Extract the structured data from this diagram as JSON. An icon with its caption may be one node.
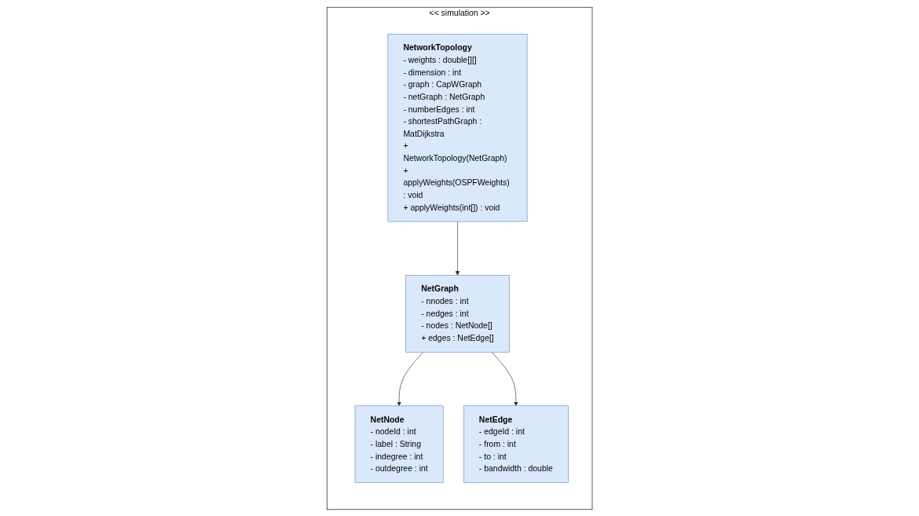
{
  "diagram": {
    "nodes": [
      {
        "text": [
          "<< simulation >>"
        ]
      },
      {
        "text": [
          "NetworkTopology",
          "- weights : double[][]",
          "- dimension : int",
          "- graph : CapWGraph",
          "- netGraph : NetGraph",
          "- numberEdges : int",
          "- shortestPathGraph : MatDijkstra",
          "+ NetworkTopology(NetGraph)",
          "+ applyWeights(OSPFWeights) : void",
          "+ applyWeights(int[]) : void"
        ],
        "in": 0
      },
      {
        "text": [
          "NetGraph",
          "- nnodes : int",
          "- nedges : int",
          "- nodes : NetNode[]",
          "+ edges : NetEdge[]"
        ],
        "in": 0
      },
      {
        "text": [
          "NetNode",
          "- nodeId : int",
          "- label : String",
          "- indegree : int",
          "- outdegree : int"
        ],
        "in": 0
      },
      {
        "text": [
          "NetEdge",
          "- edgeId : int",
          "- from : int",
          "- to : int",
          "- bandwidth : double"
        ],
        "in": 0
      }
    ],
    "edges": [
      {
        "from": 1,
        "to": 2,
        "arrow": "to"
      },
      {
        "from": 2,
        "to": 3,
        "arrow": "to"
      },
      {
        "from": 2,
        "to": 4,
        "arrow": "to"
      }
    ]
  }
}
